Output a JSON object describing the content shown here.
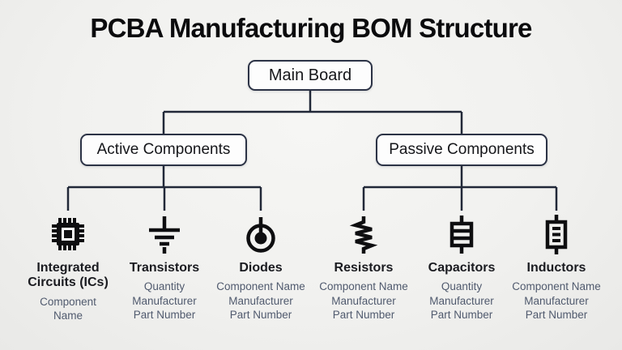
{
  "title": "PCBA Manufacturing BOM Structure",
  "colors": {
    "background": "#f1f1ef",
    "connector_line": "#212838",
    "box_border": "#2c3346",
    "box_fill": "#fdfdfd",
    "node_text": "#15161a",
    "attribute_text": "#505a6e",
    "icon": "#0e0e10"
  },
  "tree": {
    "root": {
      "label": "Main Board"
    },
    "branches": [
      {
        "label": "Active Components",
        "children": [
          {
            "name": "Integrated Circuits (ICs)",
            "icon": "ic-chip-icon",
            "attributes": [
              "Component Name"
            ]
          },
          {
            "name": "Transistors",
            "icon": "transistor-icon",
            "attributes": [
              "Quantity",
              "Manufacturer",
              "Part Number"
            ]
          },
          {
            "name": "Diodes",
            "icon": "diode-icon",
            "attributes": [
              "Component Name",
              "Manufacturer",
              "Part Number"
            ]
          }
        ]
      },
      {
        "label": "Passive Components",
        "children": [
          {
            "name": "Resistors",
            "icon": "resistor-icon",
            "attributes": [
              "Component Name",
              "Manufacturer",
              "Part Number"
            ]
          },
          {
            "name": "Capacitors",
            "icon": "capacitor-icon",
            "attributes": [
              "Quantity",
              "Manufacturer",
              "Part Number"
            ]
          },
          {
            "name": "Inductors",
            "icon": "inductor-icon",
            "attributes": [
              "Component Name",
              "Manufacturer",
              "Part Number"
            ]
          }
        ]
      }
    ]
  }
}
